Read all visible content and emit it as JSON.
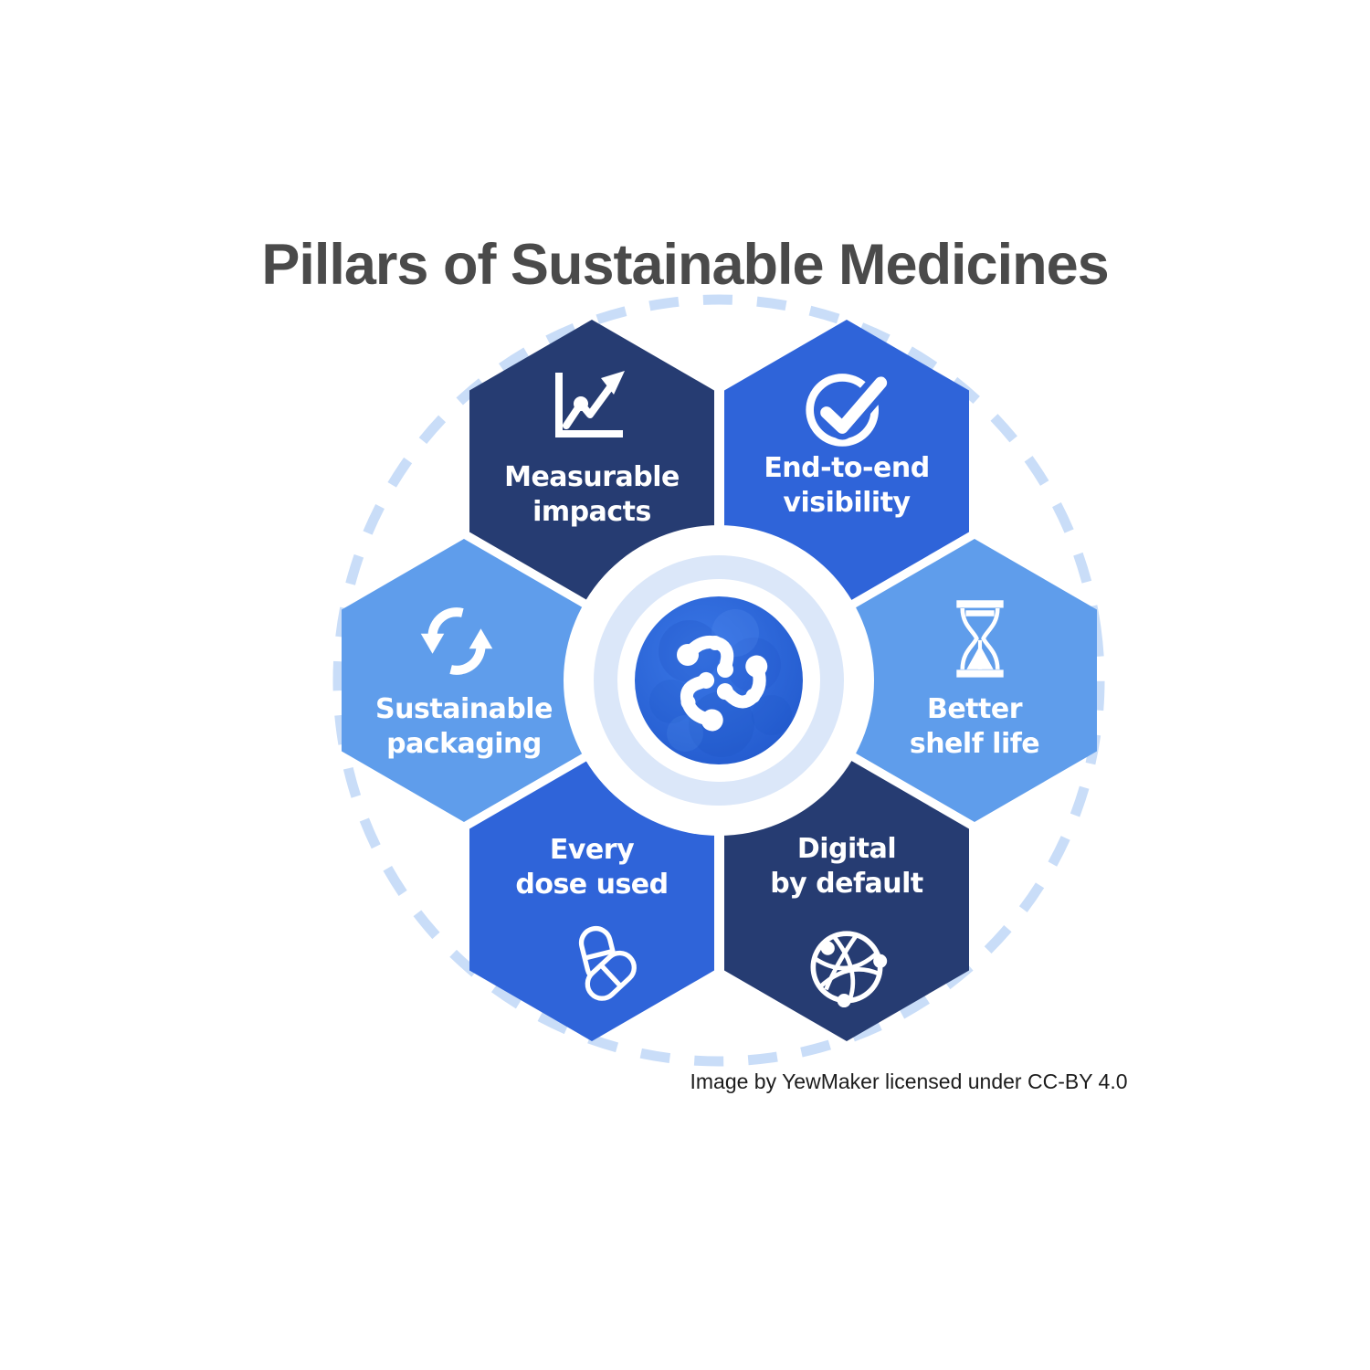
{
  "title": "Pillars of Sustainable Medicines",
  "attribution": "Image by YewMaker licensed under CC-BY 4.0",
  "colors": {
    "background": "#ffffff",
    "dark_navy_hex": "#263c72",
    "medium_blue_hex": "#2f64d9",
    "light_blue_hex": "#5f9deb",
    "dashed_ring": "#c9ddf8",
    "pale_inner_ring": "#dbe7f9",
    "molecule_disc_blue": "#2a63d9",
    "title_text": "#4a4a4a",
    "label_text": "#ffffff",
    "attribution_text": "#1c1c1c"
  },
  "center": {
    "icon": "molecule-icon"
  },
  "hexagons": [
    {
      "id": "measurable-impacts",
      "line1": "Measurable",
      "line2": "impacts",
      "icon": "line-chart-icon",
      "fill": "#263c72"
    },
    {
      "id": "end-to-end-visibility",
      "line1": "End-to-end",
      "line2": "visibility",
      "icon": "check-circle-icon",
      "fill": "#2f64d9"
    },
    {
      "id": "sustainable-packaging",
      "line1": "Sustainable",
      "line2": "packaging",
      "icon": "recycle-arrows-icon",
      "fill": "#5f9deb"
    },
    {
      "id": "better-shelf-life",
      "line1": "Better",
      "line2": "shelf life",
      "icon": "hourglass-icon",
      "fill": "#5f9deb"
    },
    {
      "id": "every-dose-used",
      "line1": "Every",
      "line2": "dose used",
      "icon": "pills-icon",
      "fill": "#2f64d9"
    },
    {
      "id": "digital-by-default",
      "line1": "Digital",
      "line2": "by default",
      "icon": "globe-network-icon",
      "fill": "#263c72"
    }
  ]
}
